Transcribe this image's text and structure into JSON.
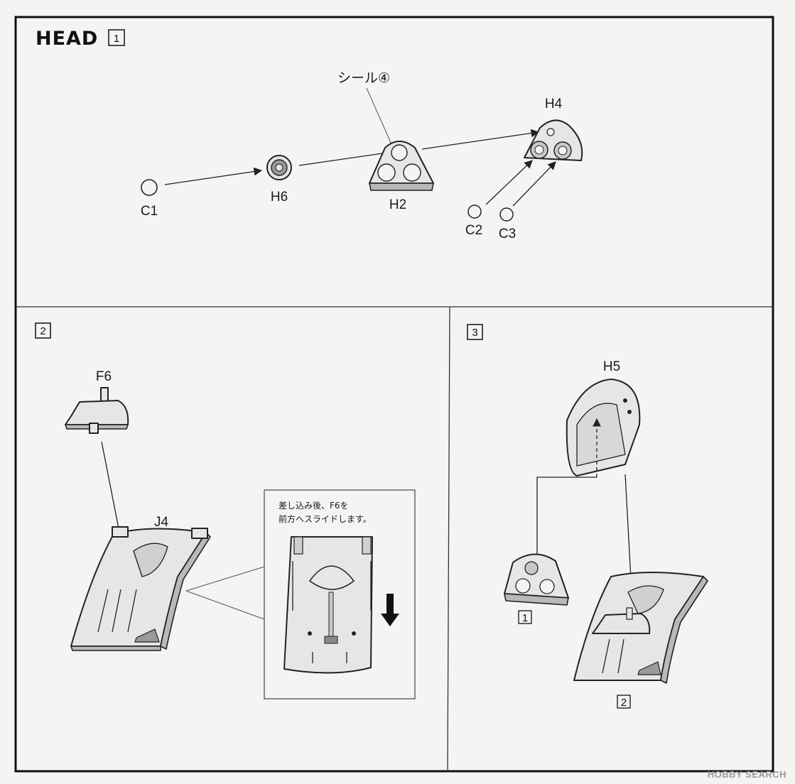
{
  "section_title": "HEAD",
  "steps": {
    "step1": {
      "num": "1"
    },
    "step2": {
      "num": "2"
    },
    "step3": {
      "num": "3"
    }
  },
  "parts": {
    "c1": "C1",
    "h6": "H6",
    "h2": "H2",
    "h4": "H4",
    "c2": "C2",
    "c3": "C3",
    "seal": "シール④",
    "f6": "F6",
    "j4": "J4",
    "h5": "H5"
  },
  "callout": {
    "line1": "差し込み後、F6を",
    "line2": "前方へスライドします。"
  },
  "step3_refs": {
    "ref1": "1",
    "ref2": "2"
  },
  "watermark": "HOBBY SEARCH"
}
